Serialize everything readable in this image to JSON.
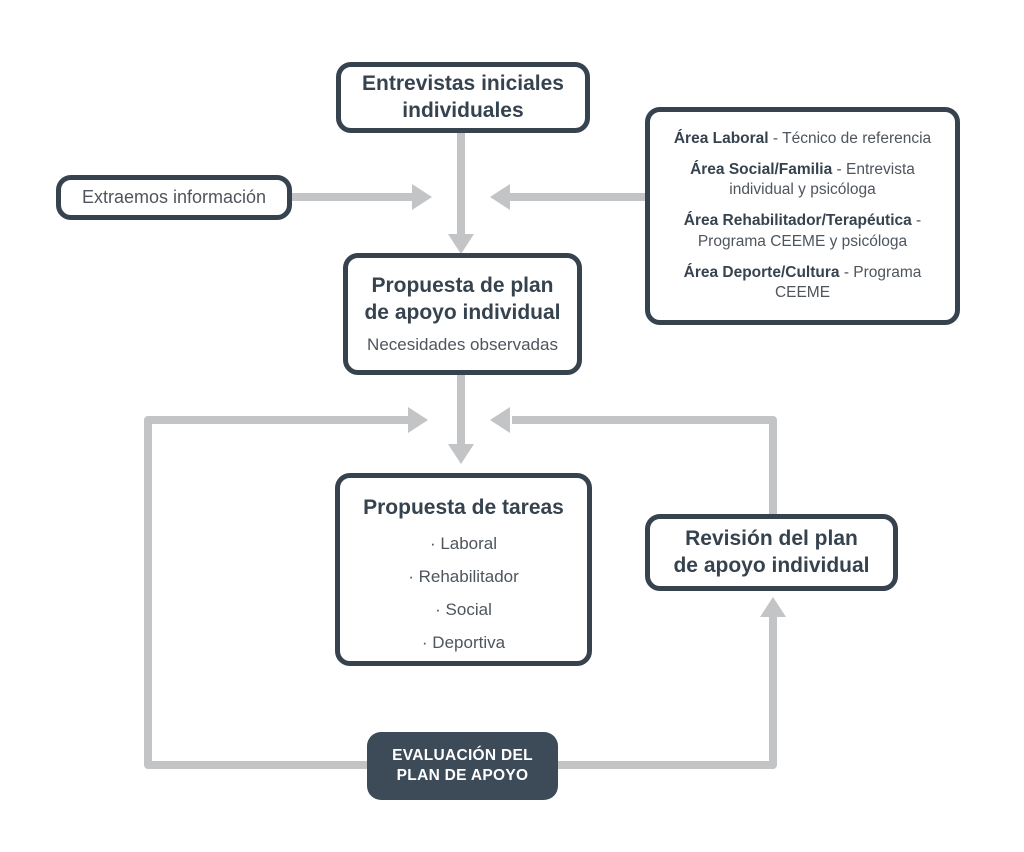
{
  "colors": {
    "border": "#36434f",
    "arrow": "#c3c4c6",
    "dark_fill": "#3d4b59",
    "text_bold": "#36434f",
    "text_muted": "#4e555c",
    "background": "#ffffff"
  },
  "nodes": {
    "entrevistas": {
      "title": "Entrevistas iniciales\nindividuales"
    },
    "extraemos": {
      "label": "Extraemos información"
    },
    "areas": {
      "items": [
        {
          "area": "Área Laboral",
          "detail": " - Técnico de referencia"
        },
        {
          "area": "Área Social/Familia",
          "detail": " - Entrevista individual y psicóloga"
        },
        {
          "area": "Área Rehabilitador/Terapéutica",
          "detail": " - Programa CEEME y psicóloga"
        },
        {
          "area": "Área Deporte/Cultura",
          "detail": " - Programa CEEME"
        }
      ]
    },
    "propuesta_plan": {
      "title": "Propuesta de plan\nde apoyo individual",
      "subtitle": "Necesidades observadas"
    },
    "propuesta_tareas": {
      "title": "Propuesta de tareas",
      "items": [
        "· Laboral",
        "· Rehabilitador",
        "· Social",
        "· Deportiva"
      ]
    },
    "revision": {
      "title": "Revisión del plan\nde apoyo individual"
    },
    "evaluacion": {
      "title": "EVALUACIÓN DEL\nPLAN DE APOYO"
    }
  },
  "edges": [
    {
      "from": "entrevistas",
      "to": "propuesta_plan"
    },
    {
      "from": "extraemos",
      "to": "propuesta_plan"
    },
    {
      "from": "areas",
      "to": "propuesta_plan"
    },
    {
      "from": "propuesta_plan",
      "to": "propuesta_tareas"
    },
    {
      "from": "evaluacion",
      "to": "propuesta_tareas",
      "via": "left-loop"
    },
    {
      "from": "evaluacion",
      "to": "revision",
      "via": "right-loop"
    },
    {
      "from": "revision",
      "to": "propuesta_tareas",
      "via": "top-loop"
    }
  ]
}
